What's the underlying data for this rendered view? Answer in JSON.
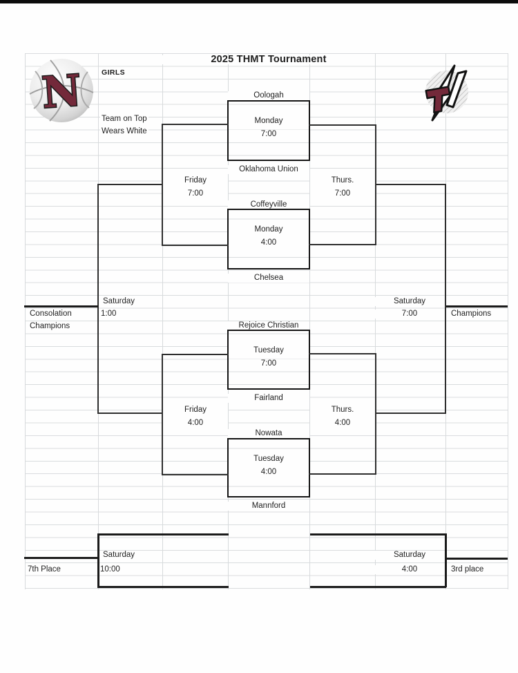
{
  "title": "2025 THMT Tournament",
  "division": "GIRLS",
  "note": {
    "line1": "Team on Top",
    "line2": "Wears White"
  },
  "logos": {
    "left": "basketball-letter-N-logo",
    "right": "stylized-T-bolt-logo"
  },
  "colors": {
    "maroon": "#73293a",
    "bracket_line": "#1a1a1a",
    "grid_line": "#d9dcde"
  },
  "round1": {
    "game1": {
      "top_team": "Oologah",
      "day": "Monday",
      "time": "7:00",
      "bottom_team": "Oklahoma Union"
    },
    "game2": {
      "top_team": "Coffeyville",
      "day": "Monday",
      "time": "4:00",
      "bottom_team": "Chelsea"
    },
    "game3": {
      "top_team": "Rejoice Christian",
      "day": "Tuesday",
      "time": "7:00",
      "bottom_team": "Fairland"
    },
    "game4": {
      "top_team": "Nowata",
      "day": "Tuesday",
      "time": "4:00",
      "bottom_team": "Mannford"
    }
  },
  "consolation_semis": {
    "top": {
      "day": "Friday",
      "time": "7:00"
    },
    "bottom": {
      "day": "Friday",
      "time": "4:00"
    }
  },
  "winners_semis": {
    "top": {
      "day": "Thurs.",
      "time": "7:00"
    },
    "bottom": {
      "day": "Thurs.",
      "time": "4:00"
    }
  },
  "consolation_final": {
    "day": "Saturday",
    "time": "1:00",
    "label_line1": "Consolation",
    "label_line2": "Champions"
  },
  "championship": {
    "day": "Saturday",
    "time": "7:00",
    "label": "Champions"
  },
  "seventh_place": {
    "day": "Saturday",
    "time": "10:00",
    "label": "7th Place"
  },
  "third_place": {
    "day": "Saturday",
    "time": "4:00",
    "label": "3rd place"
  }
}
